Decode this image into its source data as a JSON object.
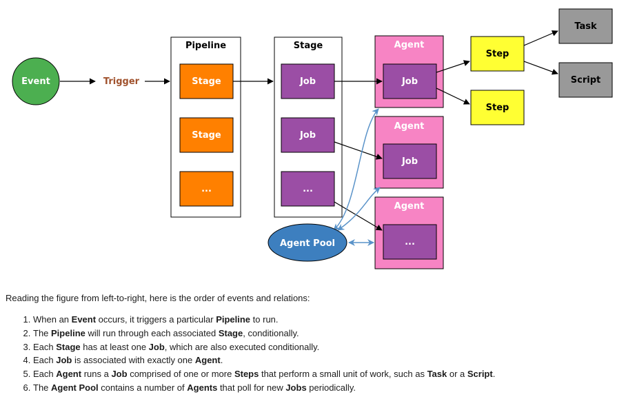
{
  "nodes": {
    "event": "Event",
    "trigger": "Trigger",
    "pipeline_title": "Pipeline",
    "stage_title": "Stage",
    "pipeline_stages": [
      "Stage",
      "Stage",
      "..."
    ],
    "stage_jobs": [
      "Job",
      "Job",
      "..."
    ],
    "agents": [
      {
        "title": "Agent",
        "job": "Job"
      },
      {
        "title": "Agent",
        "job": "Job"
      },
      {
        "title": "Agent",
        "job": "..."
      }
    ],
    "steps": [
      "Step",
      "Step"
    ],
    "task": "Task",
    "script": "Script",
    "agent_pool": "Agent Pool"
  },
  "colors": {
    "event": "#4caf50",
    "stage": "#ff8000",
    "job": "#9b4ea5",
    "agent": "#f784c4",
    "step": "#ffff33",
    "task_script": "#999999",
    "agent_pool": "#3d7fbf",
    "pool_arrows": "#5a93c9",
    "trigger_text": "#a0522d"
  },
  "text": {
    "intro": "Reading the figure from left-to-right, here is the order of events and relations:",
    "items": [
      [
        {
          "t": "When an "
        },
        {
          "t": "Event",
          "b": true
        },
        {
          "t": " occurs, it triggers a particular "
        },
        {
          "t": "Pipeline",
          "b": true
        },
        {
          "t": " to run."
        }
      ],
      [
        {
          "t": "The "
        },
        {
          "t": "Pipeline",
          "b": true
        },
        {
          "t": " will run through each associated "
        },
        {
          "t": "Stage",
          "b": true
        },
        {
          "t": ", conditionally."
        }
      ],
      [
        {
          "t": "Each "
        },
        {
          "t": "Stage",
          "b": true
        },
        {
          "t": " has at least one "
        },
        {
          "t": "Job",
          "b": true
        },
        {
          "t": ", which are also executed conditionally."
        }
      ],
      [
        {
          "t": "Each "
        },
        {
          "t": "Job",
          "b": true
        },
        {
          "t": " is associated with exactly one "
        },
        {
          "t": "Agent",
          "b": true
        },
        {
          "t": "."
        }
      ],
      [
        {
          "t": "Each "
        },
        {
          "t": "Agent",
          "b": true
        },
        {
          "t": " runs a "
        },
        {
          "t": "Job",
          "b": true
        },
        {
          "t": " comprised of one or more "
        },
        {
          "t": "Steps",
          "b": true
        },
        {
          "t": " that perform a small unit of work, such as "
        },
        {
          "t": "Task",
          "b": true
        },
        {
          "t": " or a "
        },
        {
          "t": "Script",
          "b": true
        },
        {
          "t": "."
        }
      ],
      [
        {
          "t": "The "
        },
        {
          "t": "Agent Pool",
          "b": true
        },
        {
          "t": " contains a number of "
        },
        {
          "t": "Agents",
          "b": true
        },
        {
          "t": " that poll for new "
        },
        {
          "t": "Jobs",
          "b": true
        },
        {
          "t": " periodically."
        }
      ]
    ]
  }
}
